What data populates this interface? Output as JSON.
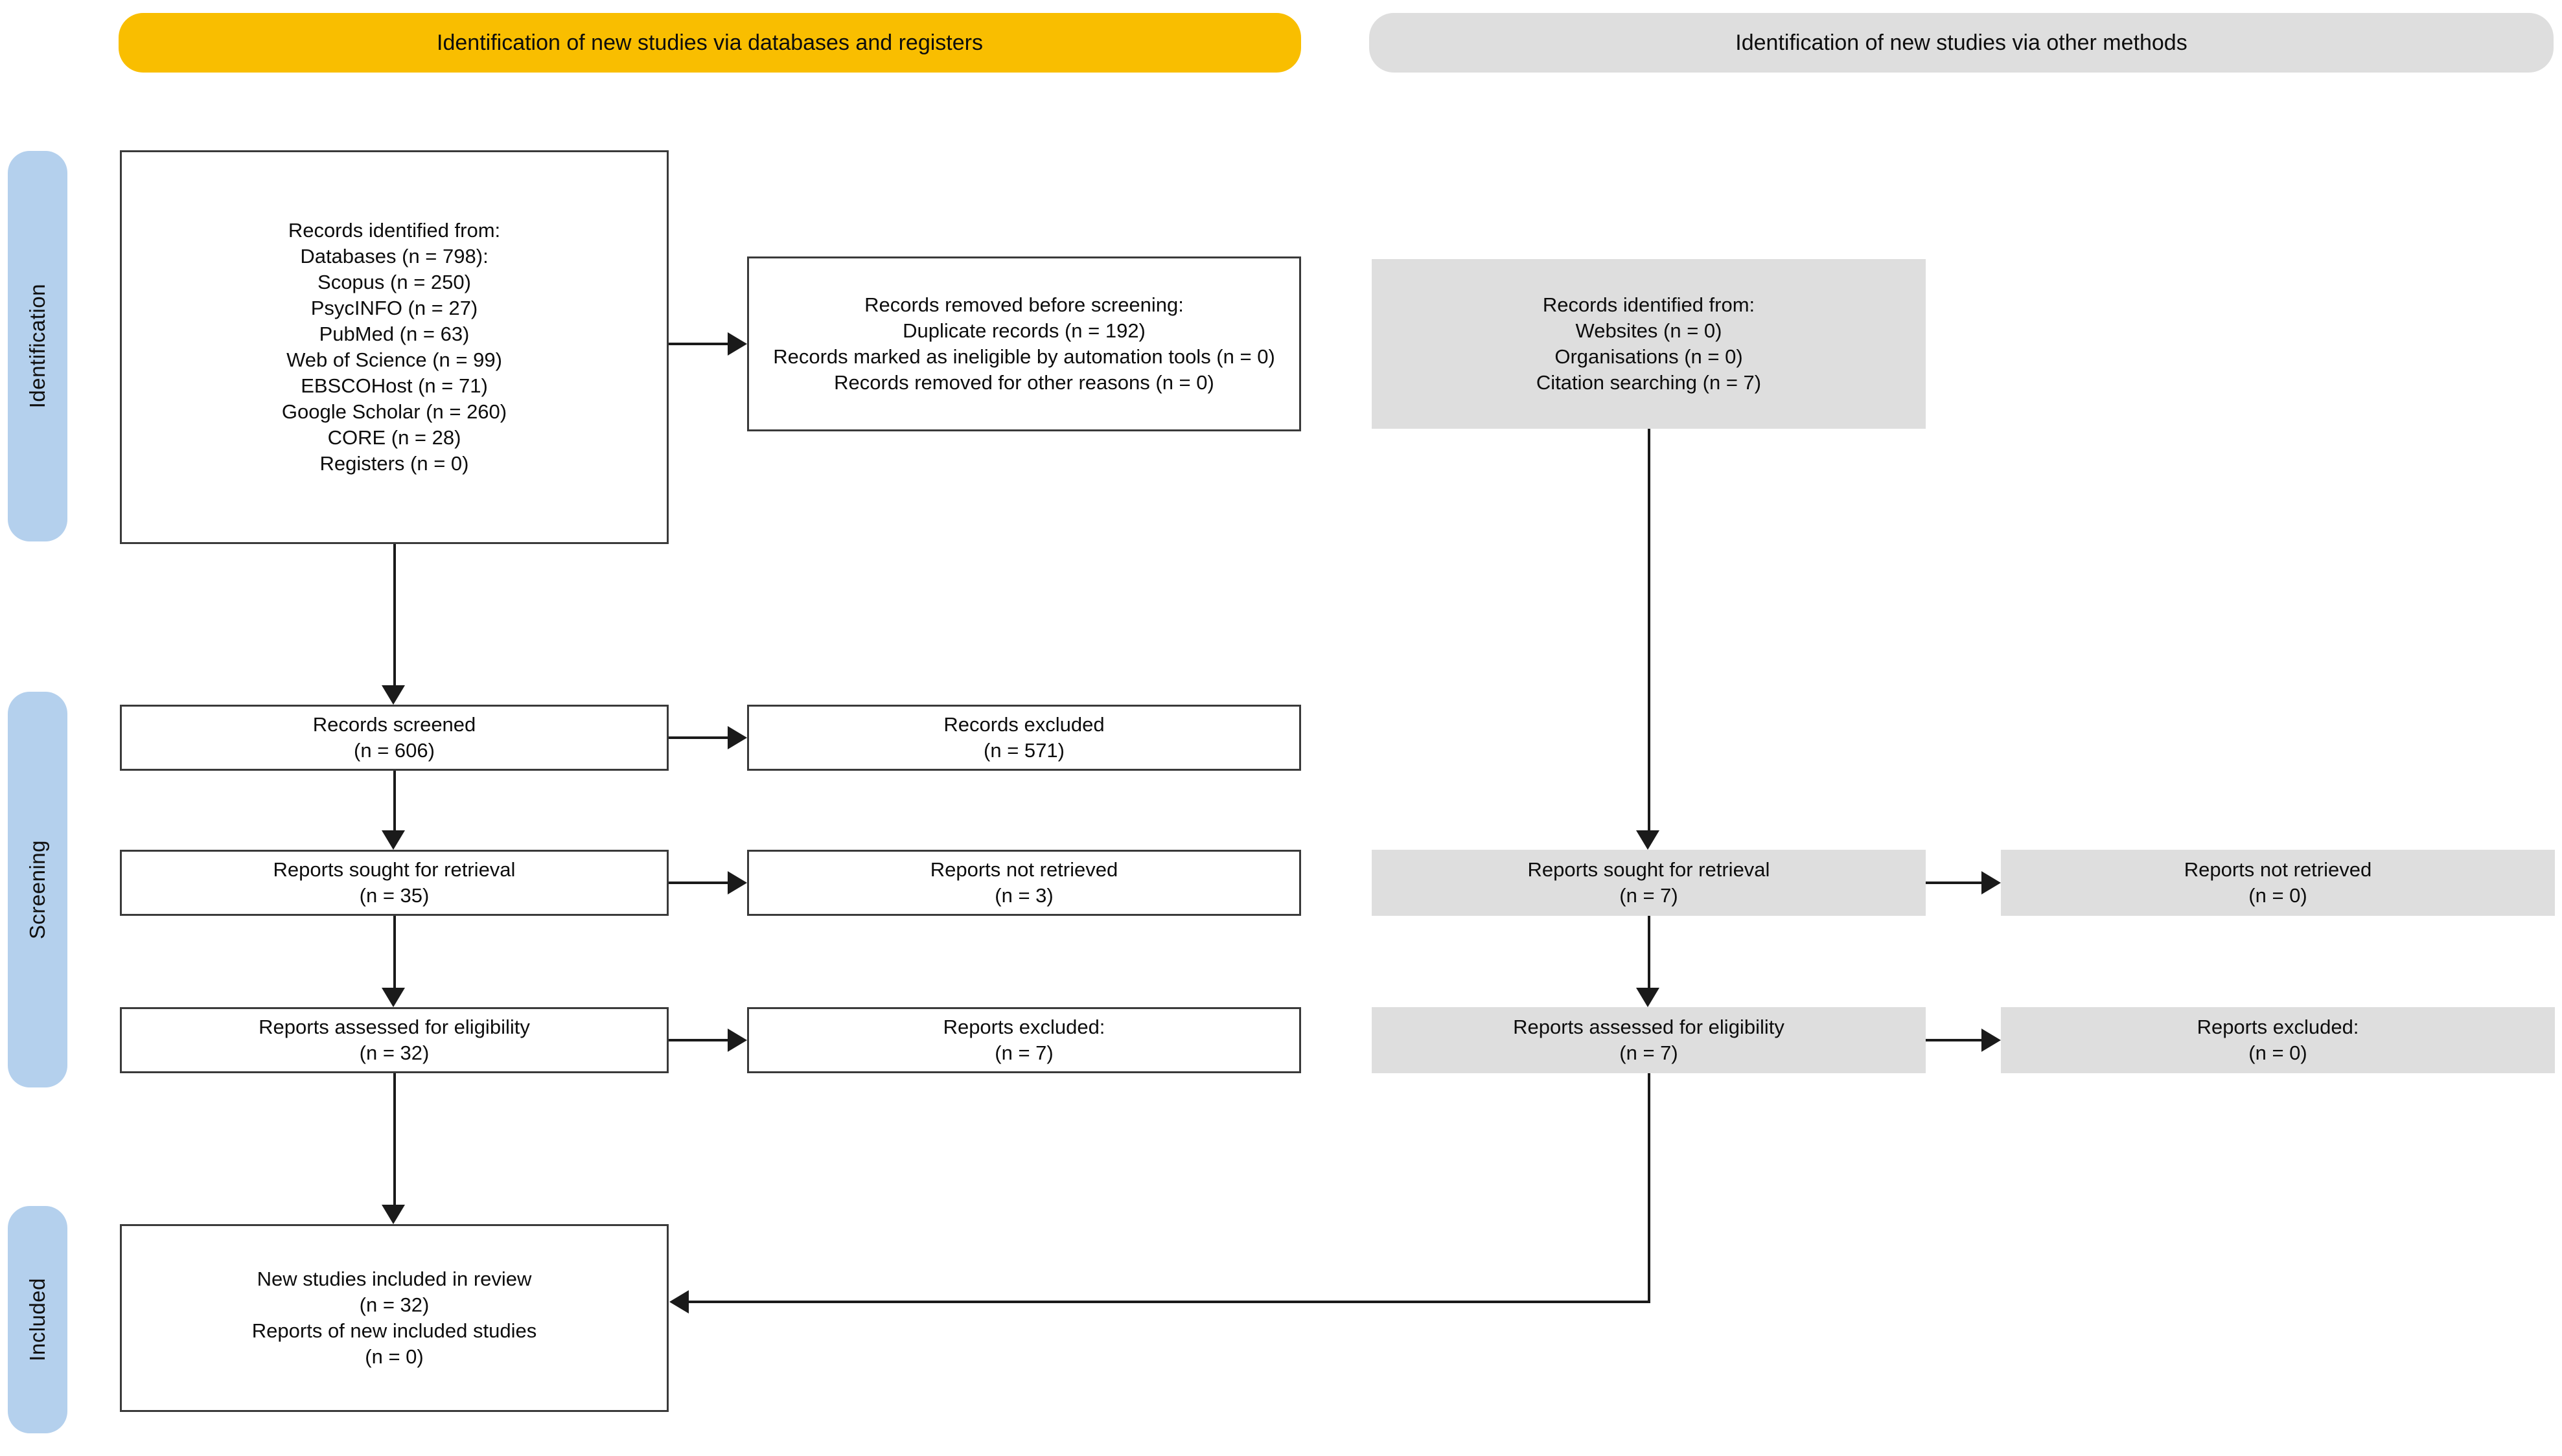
{
  "headers": {
    "databases": "Identification of new studies via databases and registers",
    "other_methods": "Identification of new studies via other methods"
  },
  "stages": {
    "identification": "Identification",
    "screening": "Screening",
    "included": "Included"
  },
  "colors": {
    "banner_databases": "#F9BE00",
    "banner_other": "#DEDEDE",
    "stage_bar": "#B4D0ED",
    "gray_box": "#DEDEDE",
    "box_border": "#3a3a3a",
    "connector": "#1a1a1a"
  },
  "boxes": {
    "records_identified": {
      "lines": [
        "Records identified from:",
        "Databases (n = 798):",
        "Scopus (n = 250)",
        "PsycINFO (n = 27)",
        "PubMed (n = 63)",
        "Web of Science (n = 99)",
        "EBSCOHost (n = 71)",
        "Google Scholar (n = 260)",
        "CORE (n = 28)",
        "Registers (n = 0)"
      ]
    },
    "records_removed": {
      "lines": [
        "Records removed before screening:",
        "Duplicate records (n = 192)",
        "Records marked as ineligible by automation tools (n = 0)",
        "Records removed for other reasons (n = 0)"
      ]
    },
    "records_screened": {
      "lines": [
        "Records screened",
        "(n = 606)"
      ]
    },
    "records_excluded": {
      "lines": [
        "Records excluded",
        "(n = 571)"
      ]
    },
    "reports_sought": {
      "lines": [
        "Reports sought for retrieval",
        "(n = 35)"
      ]
    },
    "reports_not_retrieved": {
      "lines": [
        "Reports not retrieved",
        "(n = 3)"
      ]
    },
    "reports_assessed": {
      "lines": [
        "Reports assessed for eligibility",
        "(n = 32)"
      ]
    },
    "reports_excluded": {
      "lines": [
        "Reports excluded:",
        "(n = 7)"
      ]
    },
    "new_studies_included": {
      "lines": [
        "New studies included in review",
        "(n = 32)",
        "Reports of new included studies",
        "(n = 0)"
      ]
    },
    "other_identified": {
      "lines": [
        "Records identified from:",
        "Websites (n = 0)",
        "Organisations (n = 0)",
        "Citation searching (n = 7)"
      ]
    },
    "other_sought": {
      "lines": [
        "Reports sought for retrieval",
        "(n = 7)"
      ]
    },
    "other_not_retrieved": {
      "lines": [
        "Reports not retrieved",
        "(n = 0)"
      ]
    },
    "other_assessed": {
      "lines": [
        "Reports assessed for eligibility",
        "(n = 7)"
      ]
    },
    "other_excluded": {
      "lines": [
        "Reports excluded:",
        "(n = 0)"
      ]
    }
  }
}
